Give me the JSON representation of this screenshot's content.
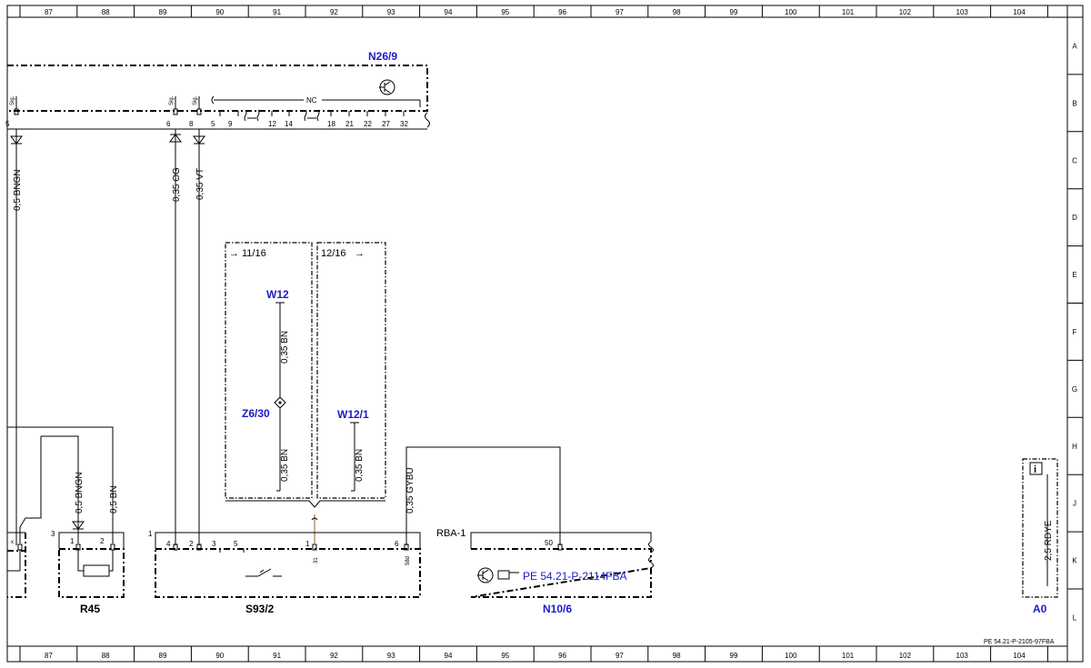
{
  "grid": {
    "columns": [
      "87",
      "88",
      "89",
      "90",
      "91",
      "92",
      "93",
      "94",
      "95",
      "96",
      "97",
      "98",
      "99",
      "100",
      "101",
      "102",
      "103",
      "104"
    ],
    "rows": [
      "A",
      "B",
      "C",
      "D",
      "E",
      "F",
      "G",
      "H",
      "J",
      "K",
      "L"
    ]
  },
  "components": {
    "n26_9": {
      "name": "N26/9",
      "sig_label": "Sig.",
      "nc_label": "NC",
      "pins": [
        "5",
        "6",
        "8",
        "5",
        "9",
        "12",
        "14",
        "18",
        "21",
        "22",
        "27",
        "32"
      ]
    },
    "w12": {
      "name": "W12"
    },
    "w12_1": {
      "name": "W12/1"
    },
    "z6_30": {
      "name": "Z6/30"
    },
    "r45": {
      "name": "R45",
      "connector_num": "3",
      "pins": [
        "1",
        "2"
      ]
    },
    "s93_2": {
      "name": "S93/2",
      "connector_num": "1",
      "pins": [
        "4",
        "2",
        "3",
        "5",
        "1",
        "6"
      ],
      "sub_pins": [
        "31",
        "58d"
      ]
    },
    "n10_6": {
      "name": "N10/6",
      "connector_label": "RBA-1",
      "pins": [
        "50"
      ],
      "ref": "PE 54.21-P-2114FBA"
    },
    "a0": {
      "name": "A0",
      "info_icon": "i"
    },
    "left_pin": "x"
  },
  "wires": {
    "w1": "0,5 BNGN",
    "w2": "0,35 OG",
    "w3": "0,35 VT",
    "w4": "0,35 BN",
    "w5": "0,35 BN",
    "w6": "0,35 BN",
    "w7": "0,5 BNGN",
    "w8": "0,5 BN",
    "w9": "0,35 GYBU",
    "w10": "2,5 RDYE"
  },
  "xrefs": {
    "a": "11/16",
    "b": "12/16"
  },
  "doc_ref": "PE 54.21-P-2105-97FBA"
}
